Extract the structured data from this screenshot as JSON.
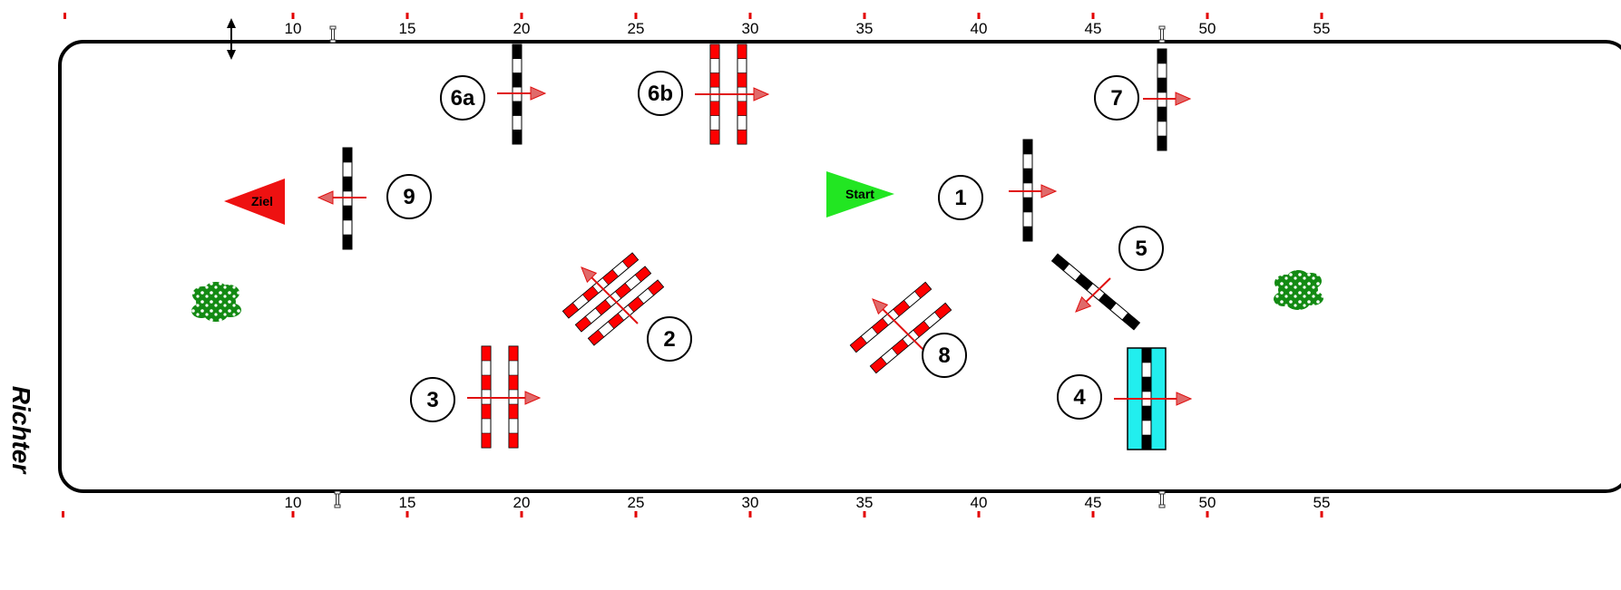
{
  "scale": {
    "ticks": [
      "10",
      "15",
      "20",
      "25",
      "30",
      "35",
      "40",
      "45",
      "50",
      "55"
    ],
    "dot_color": "#e30000"
  },
  "side_label": "Richter",
  "start_flag": {
    "label": "Start",
    "color": "#22e622"
  },
  "finish_flag": {
    "label": "Ziel",
    "color": "#ee1111"
  },
  "obstacles": [
    {
      "number": "1",
      "style": "black",
      "kind": "vertical",
      "direction": "east"
    },
    {
      "number": "2",
      "style": "red",
      "kind": "triple-bar",
      "direction": "north-west"
    },
    {
      "number": "3",
      "style": "red",
      "kind": "oxer",
      "direction": "east"
    },
    {
      "number": "4",
      "style": "black",
      "kind": "water-vertical",
      "direction": "east"
    },
    {
      "number": "5",
      "style": "black",
      "kind": "vertical",
      "direction": "south-west"
    },
    {
      "number": "6a",
      "style": "black",
      "kind": "vertical",
      "direction": "east"
    },
    {
      "number": "6b",
      "style": "red",
      "kind": "oxer",
      "direction": "east"
    },
    {
      "number": "7",
      "style": "black",
      "kind": "vertical",
      "direction": "east"
    },
    {
      "number": "8",
      "style": "red",
      "kind": "oxer",
      "direction": "north-west"
    },
    {
      "number": "9",
      "style": "black",
      "kind": "vertical",
      "direction": "west"
    }
  ],
  "colors": {
    "arrow": "#e01010",
    "arrowhead": "#e06a6a",
    "red_pole": "#ff0000",
    "black_pole": "#000000",
    "water": "#22eeee",
    "shrub": "#138a13"
  }
}
